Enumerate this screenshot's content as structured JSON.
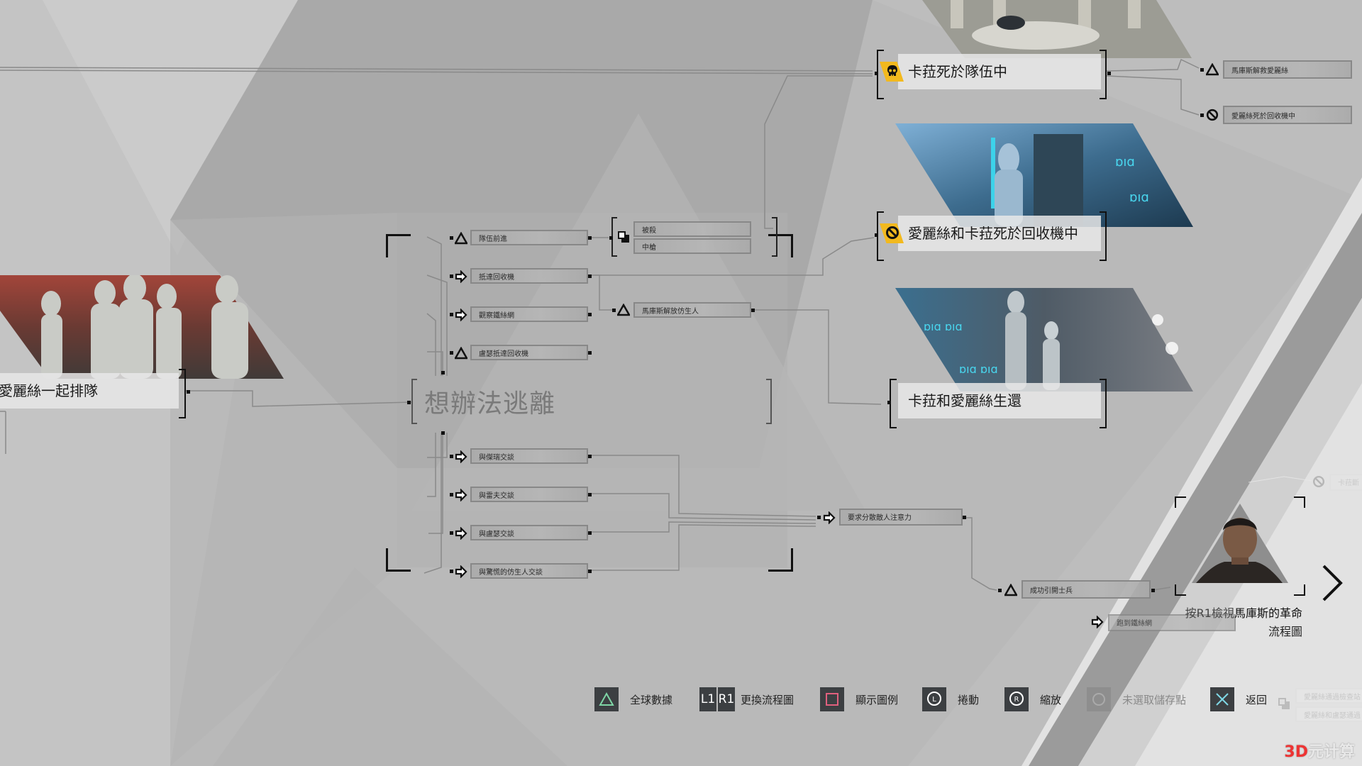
{
  "chapter": {
    "title": "想辦法逃離",
    "left_partial_outcome": "愛麗絲一起排隊"
  },
  "upper_choices": [
    {
      "icon": "triangle",
      "label": "隊伍前進"
    },
    {
      "icon": "arrow",
      "label": "抵達回收機"
    },
    {
      "icon": "arrow",
      "label": "觀察鐵絲網"
    },
    {
      "icon": "triangle",
      "label": "盧瑟抵達回收機"
    }
  ],
  "sub_nodes": {
    "group_icon": "stacked-squares",
    "group": [
      "被殺",
      "中槍"
    ],
    "marcus_node": {
      "icon": "triangle",
      "label": "馬庫斯解放仿生人"
    }
  },
  "lower_choices": [
    {
      "icon": "arrow",
      "label": "與傑瑞交談"
    },
    {
      "icon": "arrow",
      "label": "與雷夫交談"
    },
    {
      "icon": "arrow",
      "label": "與盧瑟交談"
    },
    {
      "icon": "arrow",
      "label": "與驚慌的仿生人交談"
    }
  ],
  "distraction": {
    "request": {
      "icon": "arrow",
      "label": "要求分散敵人注意力"
    },
    "success": {
      "icon": "triangle",
      "label": "成功引開士兵"
    },
    "run": {
      "icon": "arrow",
      "label": "跑到鐵絲網"
    }
  },
  "outcomes": [
    {
      "badge": "skull",
      "label": "卡菈死於隊伍中"
    },
    {
      "badge": "forbidden",
      "label": "愛麗絲和卡菈死於回收機中"
    },
    {
      "badge": null,
      "label": "卡菈和愛麗絲生還"
    }
  ],
  "branch_right": [
    {
      "icon": "triangle",
      "label": "馬庫斯解救愛麗絲"
    },
    {
      "icon": "forbidden",
      "label": "愛麗絲死於回收機中"
    }
  ],
  "faded_nodes": {
    "top": "卡菈斷",
    "bottom": [
      "愛麗絲通過檢查站",
      "愛麗絲和盧瑟通過"
    ]
  },
  "next_flowchart": {
    "prefix": "按R1檢視",
    "name": "馬庫斯的革命",
    "suffix": "流程圖"
  },
  "controls": [
    {
      "button": "triangle",
      "label": "全球數據",
      "enabled": true
    },
    {
      "button": "L1 R1",
      "label": "更換流程圖",
      "enabled": true
    },
    {
      "button": "square",
      "label": "顯示圖例",
      "enabled": true
    },
    {
      "button": "L-stick",
      "label": "捲動",
      "enabled": true
    },
    {
      "button": "R-stick",
      "label": "縮放",
      "enabled": true
    },
    {
      "button": "circle",
      "label": "未選取儲存點",
      "enabled": false
    },
    {
      "button": "cross",
      "label": "返回",
      "enabled": true
    }
  ],
  "button_glyphs": {
    "l1": "L1",
    "r1": "R1",
    "l": "L",
    "r": "R"
  },
  "colors": {
    "badge_yellow": "#f2b91e",
    "triangle_green": "#7fd6a6",
    "square_pink": "#e0607e",
    "cross_cyan": "#7fd8e6",
    "button_bg": "#3c3f42"
  },
  "watermark": {
    "prefix": "3D",
    "suffix": "元计算"
  }
}
